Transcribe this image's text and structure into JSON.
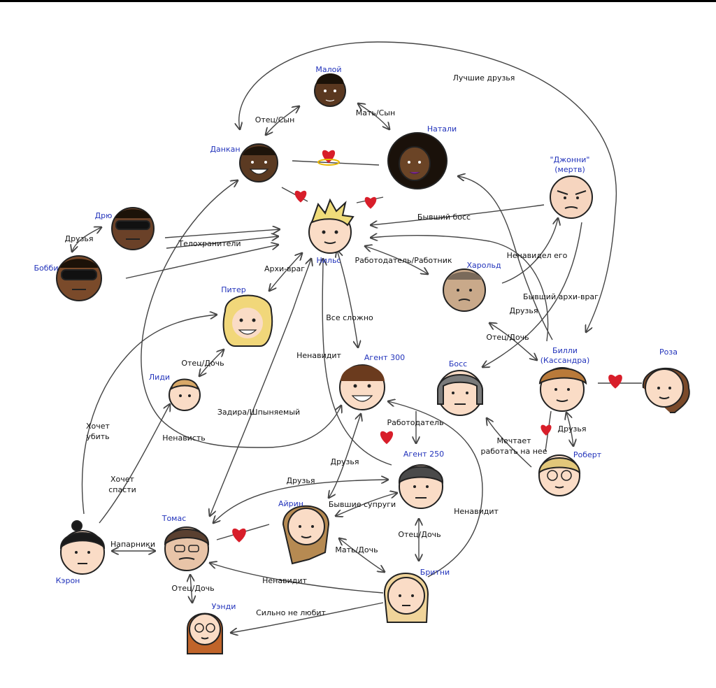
{
  "characters": {
    "maloy": "Малой",
    "natali": "Натали",
    "dankan": "Данкан",
    "dzhonni": "\"Джонни\"",
    "dzhonni_note": "(мертв)",
    "dryu": "Дрю",
    "bobbi": "Бобби",
    "nils": "Нильс",
    "harold": "Харольд",
    "piter": "Питер",
    "agent300": "Агент 300",
    "boss": "Босс",
    "billi": "Билли",
    "billi_note": "(Кассандра)",
    "roza": "Роза",
    "lidi": "Лиди",
    "agent250": "Агент 250",
    "robert": "Роберт",
    "tomas": "Томас",
    "airin": "Айрин",
    "keron": "Кэрон",
    "britni": "Бритни",
    "uendi": "Уэнди"
  },
  "relations": {
    "best_friends": "Лучшие друзья",
    "father_son": "Отец/Сын",
    "mother_son": "Мать/Сын",
    "friends_dryu": "Друзья",
    "bodyguards": "Телохранители",
    "former_boss": "Бывший босс",
    "employer_employee": "Работодатель/Работник",
    "hated_him": "Ненавидел его",
    "arch_enemy": "Архи-враг",
    "former_arch_enemy": "Бывший архи-враг",
    "friends_harold": "Друзья",
    "complicated": "Все сложно",
    "father_daughter_harold": "Отец/Дочь",
    "hates_agent300": "Ненавидит",
    "father_daughter_piter": "Отец/Дочь",
    "bully": "Задира/Шпыняемый",
    "employer": "Работодатель",
    "wants_kill_1": "Хочет",
    "wants_kill_2": "убить",
    "hatred": "Ненависть",
    "friends_roza": "Друзья",
    "wants_work_1": "Мечтает",
    "wants_work_2": "работать на нее",
    "wants_save_1": "Хочет",
    "wants_save_2": "спасти",
    "friends_agents": "Друзья",
    "friends_agent300": "Друзья",
    "ex_spouses": "Бывшие супруги",
    "hates_britni": "Ненавидит",
    "partners": "Напарники",
    "mother_daughter": "Мать/Дочь",
    "father_daughter_britni": "Отец/Дочь",
    "hates_tomas": "Ненавидит",
    "father_daughter_tomas": "Отец/Дочь",
    "dislikes": "Сильно не любит"
  }
}
